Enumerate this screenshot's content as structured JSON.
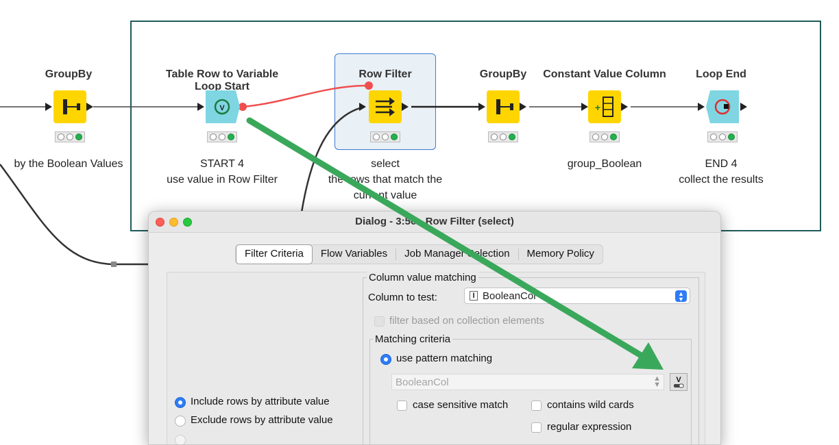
{
  "workflow": {
    "nodes": [
      {
        "id": "groupby1",
        "title": "GroupBy",
        "desc": [
          "by the Boolean Values"
        ],
        "icon": "groupby-icon"
      },
      {
        "id": "loopstart",
        "title": "Table Row to Variable Loop Start",
        "desc": [
          "START 4",
          "use value in Row Filter"
        ],
        "icon": "loop-start-icon"
      },
      {
        "id": "rowfilter",
        "title": "Row Filter",
        "desc": [
          "select",
          "the rows that match the",
          "current value"
        ],
        "icon": "row-filter-icon"
      },
      {
        "id": "groupby2",
        "title": "GroupBy",
        "desc": [
          ""
        ],
        "icon": "groupby-icon"
      },
      {
        "id": "constcol",
        "title": "Constant Value Column",
        "desc": [
          "group_Boolean"
        ],
        "icon": "constant-column-icon"
      },
      {
        "id": "loopend",
        "title": "Loop End",
        "desc": [
          "END 4",
          "collect the results"
        ],
        "icon": "loop-end-icon"
      }
    ],
    "colors": {
      "node_yellow": "#ffd500",
      "loop_cyan": "#7fd6e2",
      "variable_link": "#f04e4e",
      "arrow_green": "#3aa85b",
      "loop_frame": "#1f5a5a"
    }
  },
  "dialog": {
    "title": "Dialog - 3:56 - Row Filter (select)",
    "tabs": [
      "Filter Criteria",
      "Flow Variables",
      "Job Manager Selection",
      "Memory Policy"
    ],
    "active_tab": "Filter Criteria",
    "column_value_matching": {
      "legend": "Column value matching",
      "column_to_test_label": "Column to test:",
      "column_type_icon": "I",
      "column_value": "BooleanCol",
      "collection_label": "filter based on collection elements"
    },
    "matching_criteria": {
      "legend": "Matching criteria",
      "use_pattern_label": "use pattern matching",
      "pattern_value": "BooleanCol",
      "case_sensitive_label": "case sensitive match",
      "contains_wildcards_label": "contains wild cards",
      "regex_label": "regular expression",
      "variable_button_label": "V"
    },
    "include_label": "Include rows by attribute value",
    "exclude_label": "Exclude rows by attribute value"
  }
}
